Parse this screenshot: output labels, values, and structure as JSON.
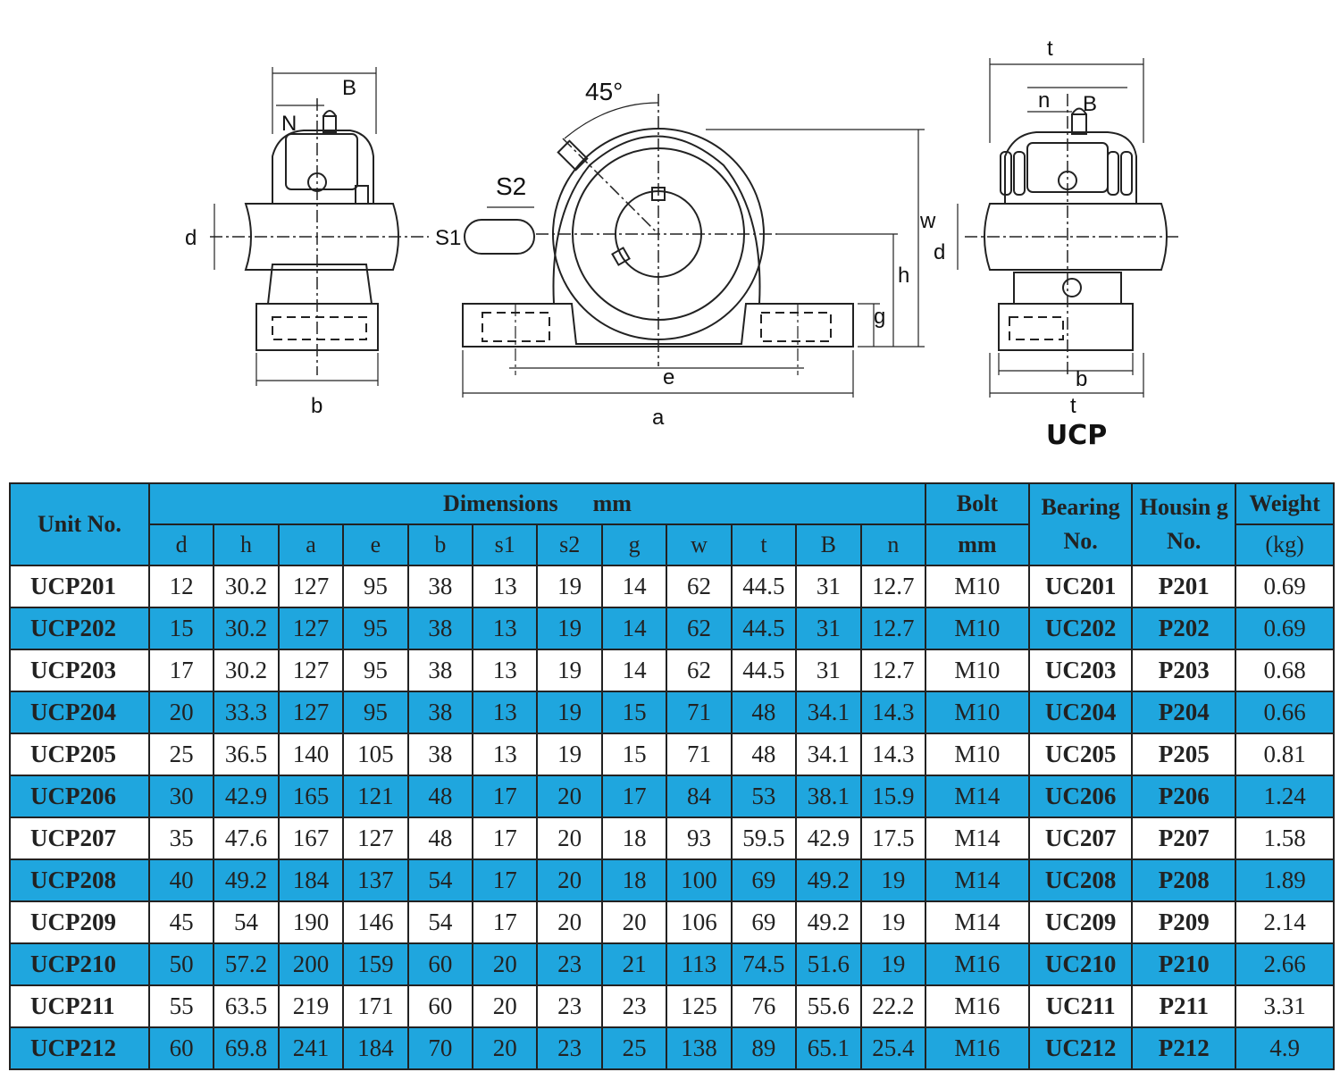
{
  "drawing": {
    "left_view": {
      "B": "B",
      "N": "N",
      "d": "d",
      "b": "b"
    },
    "front_view": {
      "angle": "45°",
      "S2": "S2",
      "S1": "S1",
      "w": "w",
      "h": "h",
      "g": "g",
      "e": "e",
      "a": "a"
    },
    "right_view": {
      "t_top": "t",
      "n": "n",
      "B": "B",
      "d": "d",
      "b": "b",
      "t_bottom": "t"
    },
    "model_label": "UCP"
  },
  "table": {
    "headers": {
      "unit_no": "Unit No.",
      "dimensions": "Dimensions      mm",
      "bolt_top": "Bolt",
      "bolt_bottom": "mm",
      "bearing": "Bearing No.",
      "housing": "Housin g No.",
      "weight_top": "Weight",
      "weight_bottom": "(kg)",
      "dim_cols": [
        "d",
        "h",
        "a",
        "e",
        "b",
        "s1",
        "s2",
        "g",
        "w",
        "t",
        "B",
        "n"
      ]
    },
    "rows": [
      {
        "unit": "UCP201",
        "d": "12",
        "h": "30.2",
        "a": "127",
        "e": "95",
        "b": "38",
        "s1": "13",
        "s2": "19",
        "g": "14",
        "w": "62",
        "t": "44.5",
        "B": "31",
        "n": "12.7",
        "bolt": "M10",
        "bearing": "UC201",
        "housing": "P201",
        "weight": "0.69"
      },
      {
        "unit": "UCP202",
        "d": "15",
        "h": "30.2",
        "a": "127",
        "e": "95",
        "b": "38",
        "s1": "13",
        "s2": "19",
        "g": "14",
        "w": "62",
        "t": "44.5",
        "B": "31",
        "n": "12.7",
        "bolt": "M10",
        "bearing": "UC202",
        "housing": "P202",
        "weight": "0.69"
      },
      {
        "unit": "UCP203",
        "d": "17",
        "h": "30.2",
        "a": "127",
        "e": "95",
        "b": "38",
        "s1": "13",
        "s2": "19",
        "g": "14",
        "w": "62",
        "t": "44.5",
        "B": "31",
        "n": "12.7",
        "bolt": "M10",
        "bearing": "UC203",
        "housing": "P203",
        "weight": "0.68"
      },
      {
        "unit": "UCP204",
        "d": "20",
        "h": "33.3",
        "a": "127",
        "e": "95",
        "b": "38",
        "s1": "13",
        "s2": "19",
        "g": "15",
        "w": "71",
        "t": "48",
        "B": "34.1",
        "n": "14.3",
        "bolt": "M10",
        "bearing": "UC204",
        "housing": "P204",
        "weight": "0.66"
      },
      {
        "unit": "UCP205",
        "d": "25",
        "h": "36.5",
        "a": "140",
        "e": "105",
        "b": "38",
        "s1": "13",
        "s2": "19",
        "g": "15",
        "w": "71",
        "t": "48",
        "B": "34.1",
        "n": "14.3",
        "bolt": "M10",
        "bearing": "UC205",
        "housing": "P205",
        "weight": "0.81"
      },
      {
        "unit": "UCP206",
        "d": "30",
        "h": "42.9",
        "a": "165",
        "e": "121",
        "b": "48",
        "s1": "17",
        "s2": "20",
        "g": "17",
        "w": "84",
        "t": "53",
        "B": "38.1",
        "n": "15.9",
        "bolt": "M14",
        "bearing": "UC206",
        "housing": "P206",
        "weight": "1.24"
      },
      {
        "unit": "UCP207",
        "d": "35",
        "h": "47.6",
        "a": "167",
        "e": "127",
        "b": "48",
        "s1": "17",
        "s2": "20",
        "g": "18",
        "w": "93",
        "t": "59.5",
        "B": "42.9",
        "n": "17.5",
        "bolt": "M14",
        "bearing": "UC207",
        "housing": "P207",
        "weight": "1.58"
      },
      {
        "unit": "UCP208",
        "d": "40",
        "h": "49.2",
        "a": "184",
        "e": "137",
        "b": "54",
        "s1": "17",
        "s2": "20",
        "g": "18",
        "w": "100",
        "t": "69",
        "B": "49.2",
        "n": "19",
        "bolt": "M14",
        "bearing": "UC208",
        "housing": "P208",
        "weight": "1.89"
      },
      {
        "unit": "UCP209",
        "d": "45",
        "h": "54",
        "a": "190",
        "e": "146",
        "b": "54",
        "s1": "17",
        "s2": "20",
        "g": "20",
        "w": "106",
        "t": "69",
        "B": "49.2",
        "n": "19",
        "bolt": "M14",
        "bearing": "UC209",
        "housing": "P209",
        "weight": "2.14"
      },
      {
        "unit": "UCP210",
        "d": "50",
        "h": "57.2",
        "a": "200",
        "e": "159",
        "b": "60",
        "s1": "20",
        "s2": "23",
        "g": "21",
        "w": "113",
        "t": "74.5",
        "B": "51.6",
        "n": "19",
        "bolt": "M16",
        "bearing": "UC210",
        "housing": "P210",
        "weight": "2.66"
      },
      {
        "unit": "UCP211",
        "d": "55",
        "h": "63.5",
        "a": "219",
        "e": "171",
        "b": "60",
        "s1": "20",
        "s2": "23",
        "g": "23",
        "w": "125",
        "t": "76",
        "B": "55.6",
        "n": "22.2",
        "bolt": "M16",
        "bearing": "UC211",
        "housing": "P211",
        "weight": "3.31"
      },
      {
        "unit": "UCP212",
        "d": "60",
        "h": "69.8",
        "a": "241",
        "e": "184",
        "b": "70",
        "s1": "20",
        "s2": "23",
        "g": "25",
        "w": "138",
        "t": "89",
        "B": "65.1",
        "n": "25.4",
        "bolt": "M16",
        "bearing": "UC212",
        "housing": "P212",
        "weight": "4.9"
      }
    ]
  },
  "colors": {
    "row_blue": "#1fa6de",
    "row_white": "#ffffff",
    "line": "#222222"
  }
}
